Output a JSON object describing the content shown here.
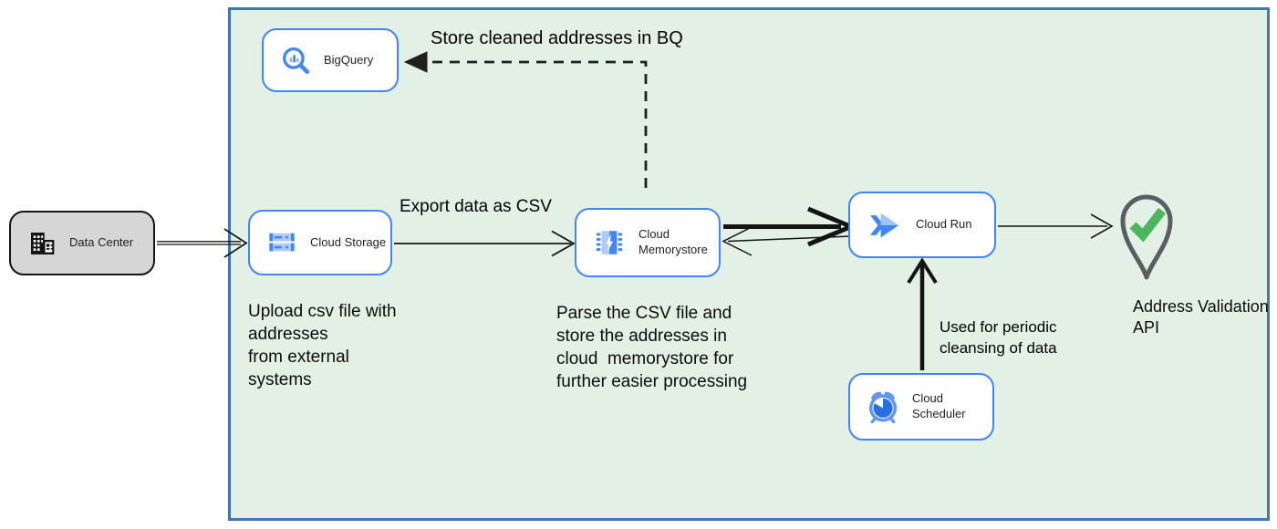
{
  "nodes": {
    "data_center": {
      "label": "Data Center"
    },
    "bigquery": {
      "label": "BigQuery"
    },
    "cloud_storage": {
      "label": "Cloud Storage"
    },
    "cloud_memorystore": {
      "label": "Cloud Memorystore"
    },
    "cloud_run": {
      "label": "Cloud Run"
    },
    "cloud_scheduler": {
      "label": "Cloud Scheduler"
    },
    "address_validation_api": {
      "label": "Address Validation\nAPI"
    }
  },
  "edge_labels": {
    "store_cleaned": "Store cleaned addresses in BQ",
    "export_csv": "Export data as CSV",
    "periodic_cleansing": "Used for periodic\ncleansing of data"
  },
  "annotations": {
    "upload_note": "Upload csv file with\naddresses\nfrom external\nsystems",
    "parse_note": "Parse the CSV file and\nstore the addresses in\ncloud  memorystore for\nfurther easier processing"
  },
  "colors": {
    "container_fill": "#e3f0e5",
    "container_border": "#4076b4",
    "node_border": "#4285f4",
    "gcp_blue": "#4285f4",
    "gcp_blue_light": "#aecbfa",
    "datacenter_fill": "#d6d6d6",
    "arrow_black": "#141414",
    "pin_gray": "#5b5e61",
    "check_green": "#4db55f"
  }
}
